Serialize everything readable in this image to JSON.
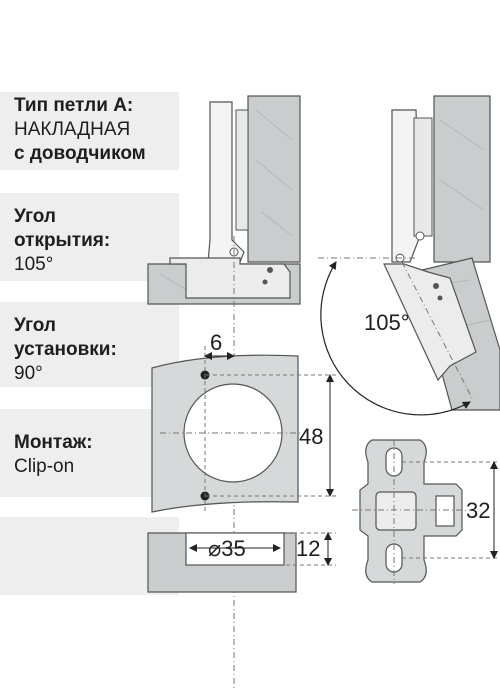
{
  "hinge_type": {
    "title": "Тип петли A:",
    "line1": "НАКЛАДНАЯ",
    "line2": "с доводчиком"
  },
  "opening_angle": {
    "label_line1": "Угол",
    "label_line2": "открытия:",
    "value": "105°"
  },
  "mount_angle": {
    "label_line1": "Угол",
    "label_line2": "установки:",
    "value": "90°"
  },
  "mounting": {
    "label": "Монтаж:",
    "value": "Clip-on"
  },
  "dimensions": {
    "offset": "6",
    "height": "48",
    "cup_diameter": "⌀35",
    "cup_depth": "12",
    "plate_height": "32",
    "open_angle": "105°"
  }
}
